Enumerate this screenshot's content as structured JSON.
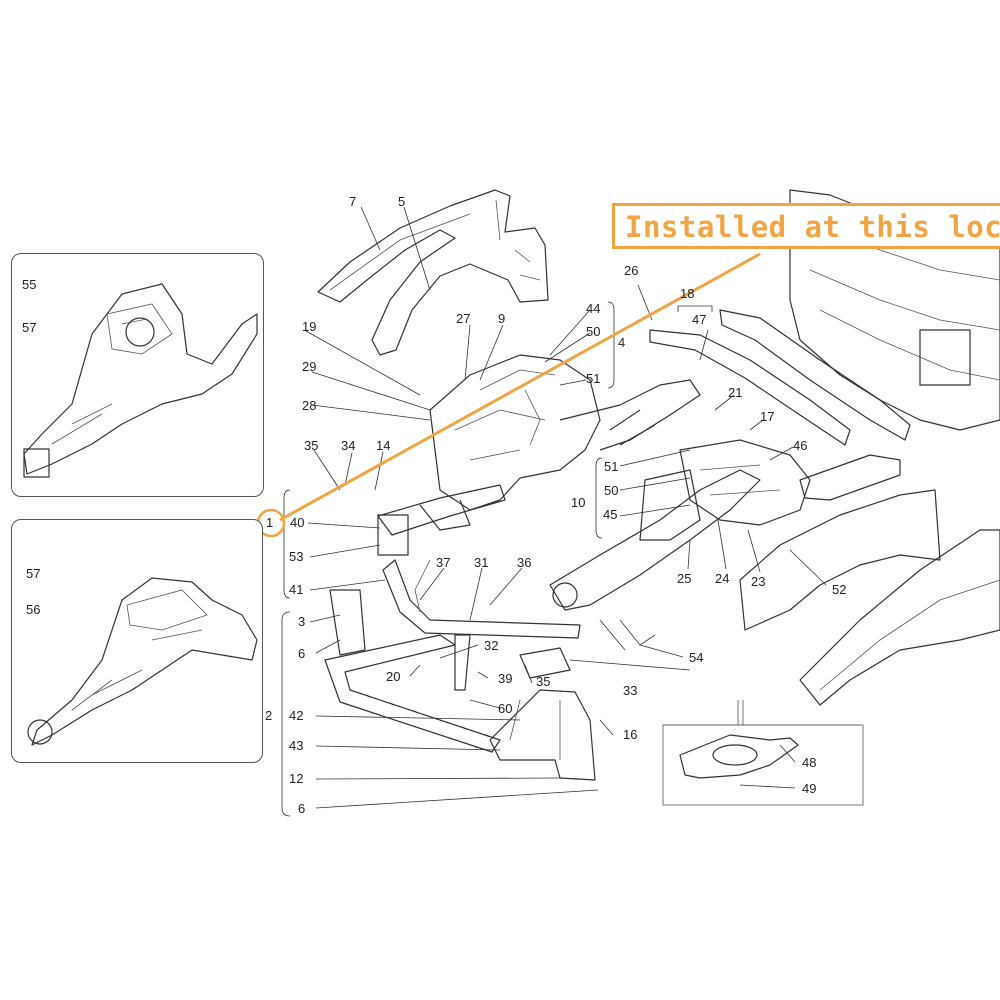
{
  "callout": {
    "text": "Installed at this locat",
    "color": "#f0a443"
  },
  "labels": {
    "l55": "55",
    "l57a": "57",
    "l57b": "57",
    "l56": "56",
    "l7": "7",
    "l5": "5",
    "l19": "19",
    "l27": "27",
    "l9": "9",
    "l44": "44",
    "l50a": "50",
    "l4": "4",
    "l29": "29",
    "l51a": "51",
    "l28": "28",
    "l35a": "35",
    "l34": "34",
    "l14": "14",
    "l1": "1",
    "l40": "40",
    "l53": "53",
    "l41": "41",
    "l37": "37",
    "l31": "31",
    "l36": "36",
    "l26": "26",
    "l18": "18",
    "l47": "47",
    "l21": "21",
    "l17": "17",
    "l51b": "51",
    "l50b": "50",
    "l10": "10",
    "l45": "45",
    "l46": "46",
    "l25": "25",
    "l24": "24",
    "l23": "23",
    "l52": "52",
    "l54": "54",
    "l3": "3",
    "l6a": "6",
    "l32": "32",
    "l20": "20",
    "l39": "39",
    "l35b": "35",
    "l33": "33",
    "l2": "2",
    "l42": "42",
    "l60": "60",
    "l16": "16",
    "l43": "43",
    "l12": "12",
    "l6b": "6",
    "l48": "48",
    "l49": "49"
  }
}
